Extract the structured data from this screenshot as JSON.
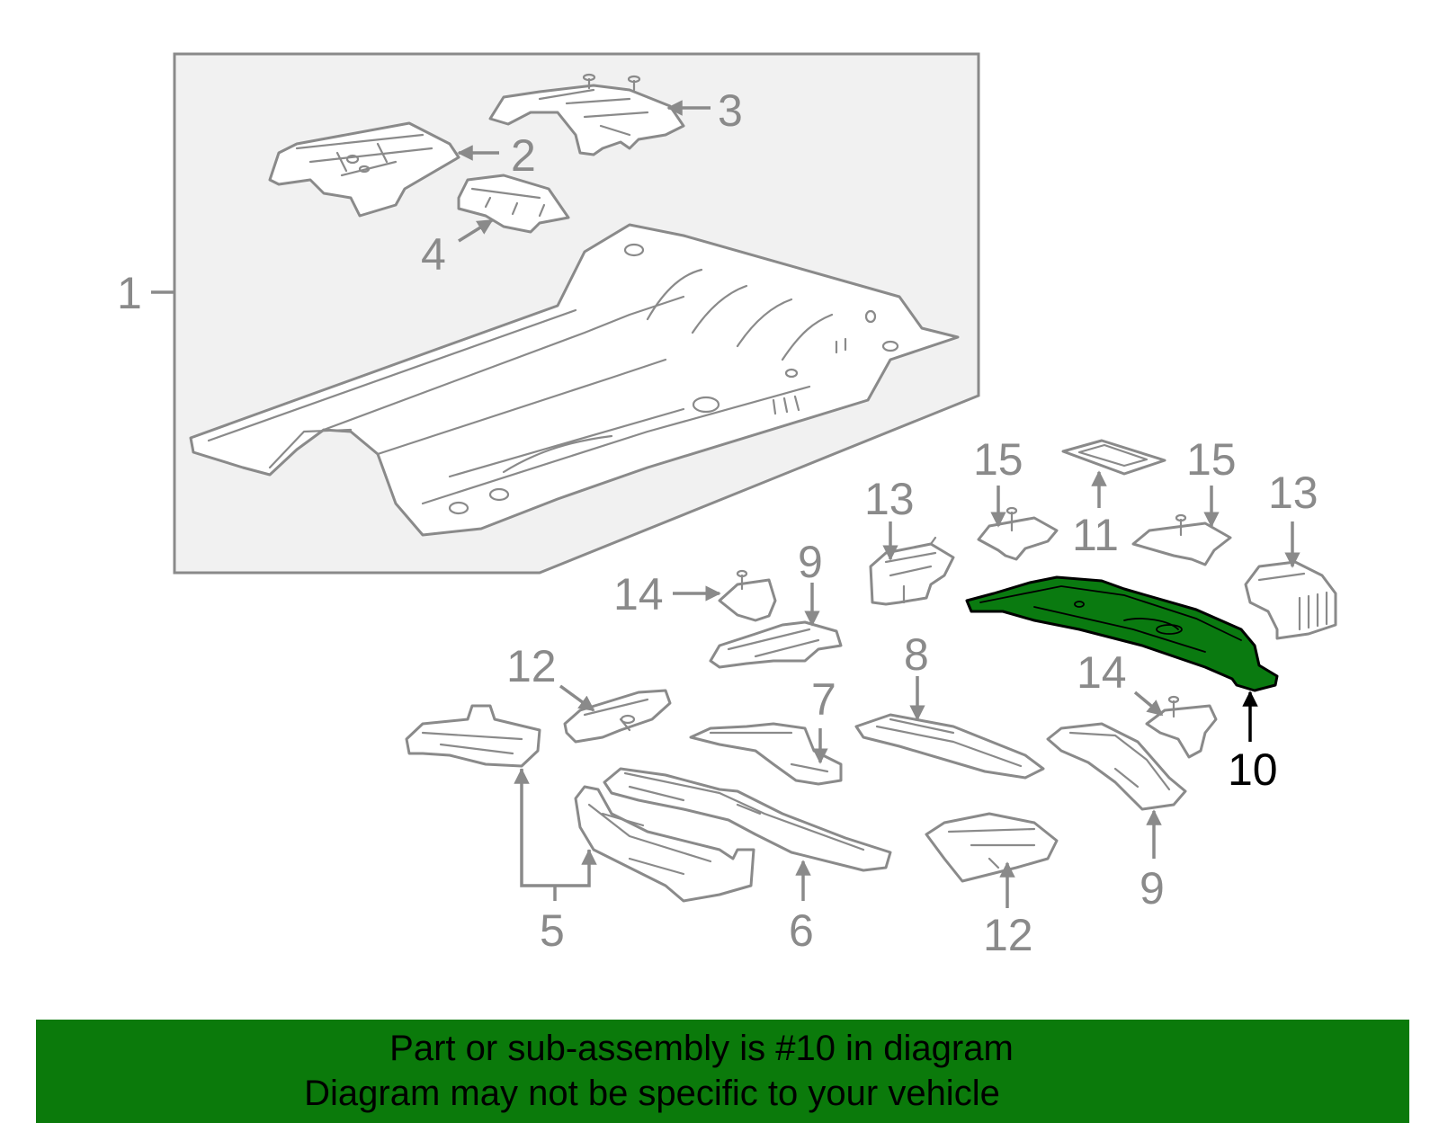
{
  "diagram": {
    "highlight_color": "#0b7a0b",
    "active_callout": "10",
    "callouts": {
      "c1": "1",
      "c2": "2",
      "c3": "3",
      "c4": "4",
      "c5": "5",
      "c6": "6",
      "c7": "7",
      "c8": "8",
      "c9a": "9",
      "c9b": "9",
      "c10": "10",
      "c11": "11",
      "c12a": "12",
      "c12b": "12",
      "c13a": "13",
      "c13b": "13",
      "c14a": "14",
      "c14b": "14",
      "c15a": "15",
      "c15b": "15"
    }
  },
  "banner": {
    "line1": "Part or sub-assembly is #10 in diagram",
    "line2": "Diagram may not be specific to your vehicle"
  }
}
